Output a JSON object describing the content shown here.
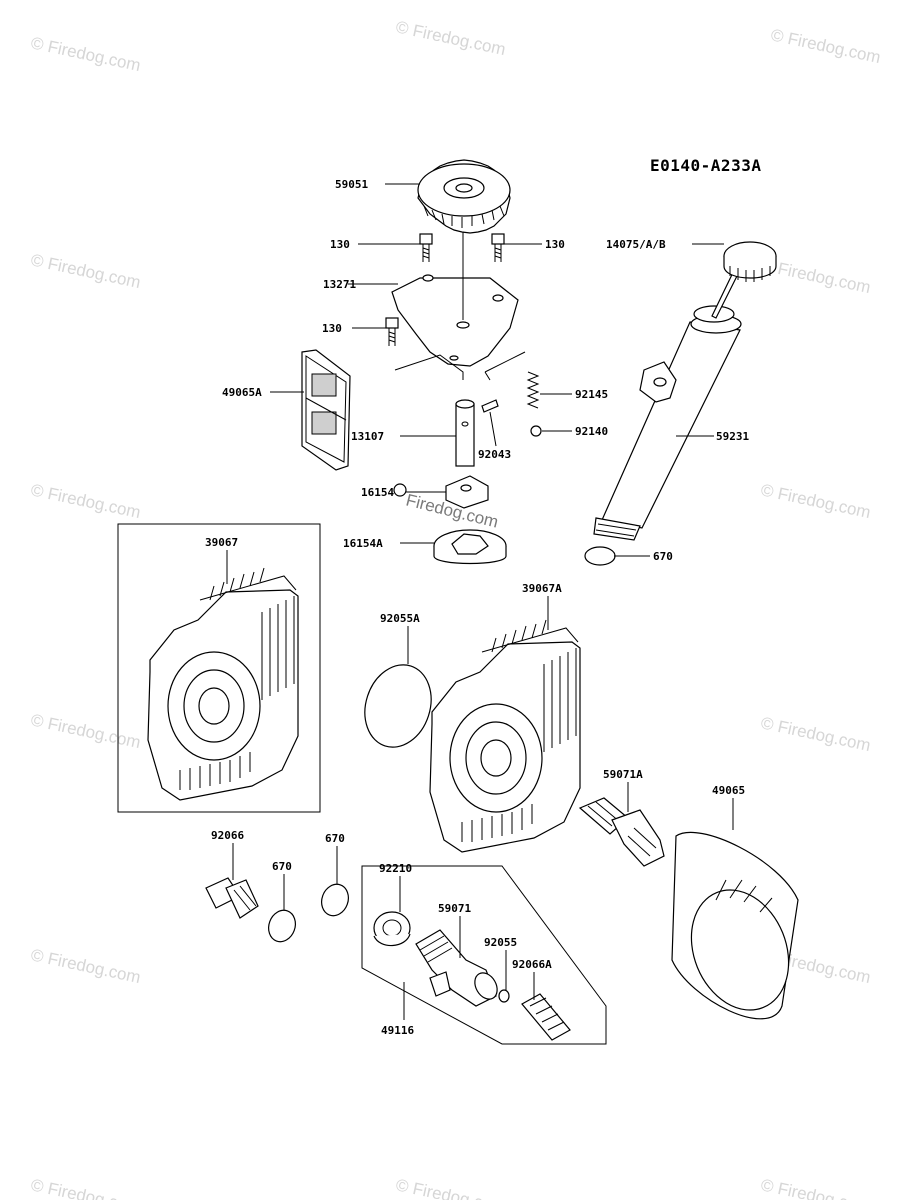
{
  "diagram_code": "E0140-A233A",
  "watermark": "© Firedog.com",
  "center_watermark": "Firedog.com",
  "part_labels": {
    "p59051": "59051",
    "p130_a": "130",
    "p130_b": "130",
    "p130_c": "130",
    "p13271": "13271",
    "p14075": "14075/A/B",
    "p49065A": "49065A",
    "p92145": "92145",
    "p92140": "92140",
    "p59231": "59231",
    "p13107": "13107",
    "p92043": "92043",
    "p16154": "16154",
    "p16154A": "16154A",
    "p670_a": "670",
    "p39067": "39067",
    "p39067A": "39067A",
    "p92055A": "92055A",
    "p59071A": "59071A",
    "p49065": "49065",
    "p92066": "92066",
    "p670_b": "670",
    "p670_c": "670",
    "p92210": "92210",
    "p59071": "59071",
    "p92055": "92055",
    "p92066A": "92066A",
    "p49116": "49116"
  }
}
